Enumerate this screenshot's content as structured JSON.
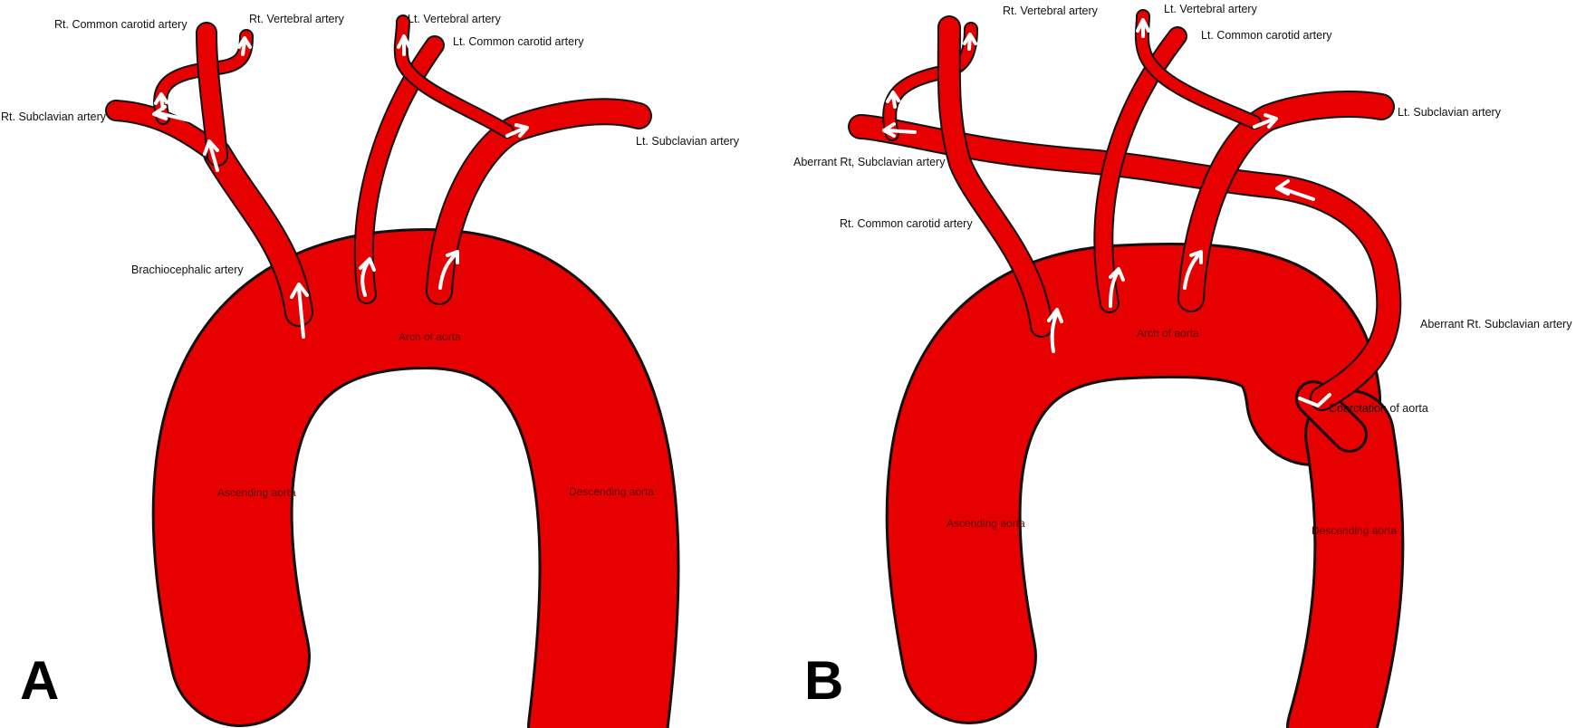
{
  "colors": {
    "vessel": "#e60000",
    "outline": "#111111",
    "arrow": "#ffffff",
    "background": "#ffffff"
  },
  "panels": [
    {
      "letter": "A",
      "labels": {
        "rt_common_carotid": "Rt. Common carotid artery",
        "rt_vertebral": "Rt. Vertebral artery",
        "lt_vertebral": "Lt. Vertebral artery",
        "lt_common_carotid": "Lt. Common carotid artery",
        "rt_subclavian": "Rt. Subclavian artery",
        "lt_subclavian": "Lt. Subclavian artery",
        "brachiocephalic": "Brachiocephalic artery",
        "arch": "Arch of aorta",
        "ascending": "Ascending aorta",
        "descending": "Descending aorta"
      }
    },
    {
      "letter": "B",
      "labels": {
        "rt_vertebral": "Rt. Vertebral artery",
        "lt_vertebral": "Lt. Vertebral artery",
        "lt_common_carotid": "Lt. Common carotid artery",
        "lt_subclavian": "Lt. Subclavian artery",
        "aberrant_rt_subclavian_left": "Aberrant Rt, Subclavian artery",
        "rt_common_carotid": "Rt. Common carotid artery",
        "aberrant_rt_subclavian_right": "Aberrant Rt. Subclavian artery",
        "coarctation": "Coarctation of aorta",
        "arch": "Arch of aorta",
        "ascending": "Ascending aorta",
        "descending": "Descending aorta"
      }
    }
  ]
}
